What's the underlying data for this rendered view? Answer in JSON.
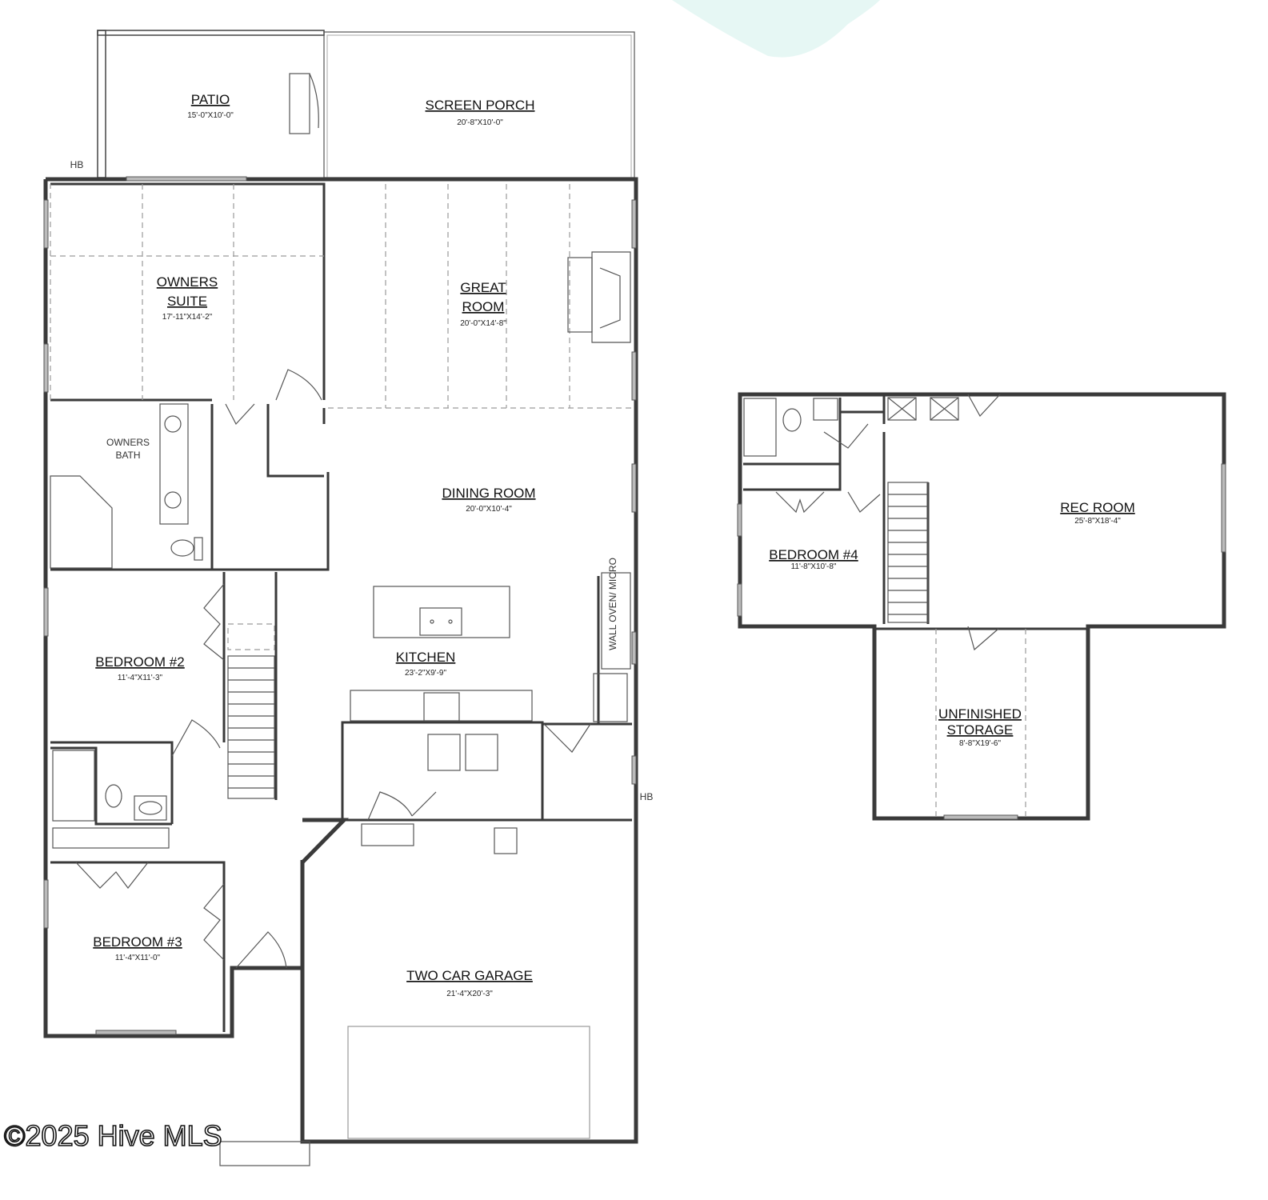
{
  "floor_plan": {
    "main_floor": {
      "rooms": [
        {
          "name": "PATIO",
          "size": "15'-0\"X10'-0\""
        },
        {
          "name": "SCREEN PORCH",
          "size": "20'-8\"X10'-0\""
        },
        {
          "name": "OWNERS SUITE",
          "size": "17'-11\"X14'-2\""
        },
        {
          "name": "GREAT ROOM",
          "size": "20'-0\"X14'-8\""
        },
        {
          "name": "OWNERS BATH",
          "size": ""
        },
        {
          "name": "DINING ROOM",
          "size": "20'-0\"X10'-4\""
        },
        {
          "name": "KITCHEN",
          "size": "23'-2\"X9'-9\""
        },
        {
          "name": "BEDROOM #2",
          "size": "11'-4\"X11'-3\""
        },
        {
          "name": "BEDROOM #3",
          "size": "11'-4\"X11'-0\""
        },
        {
          "name": "TWO CAR GARAGE",
          "size": "21'-4\"X20'-3\""
        }
      ],
      "annotations": {
        "wall_oven": "WALL OVEN/ MICRO",
        "hose_bib_1": "HB",
        "hose_bib_2": "HB"
      }
    },
    "upper_floor": {
      "rooms": [
        {
          "name": "REC ROOM",
          "size": "25'-8\"X18'-4\""
        },
        {
          "name": "BEDROOM #4",
          "size": "11'-8\"X10'-8\""
        },
        {
          "name": "UNFINISHED STORAGE",
          "size": "8'-8\"X19'-6\""
        }
      ]
    },
    "watermark": "©2025 Hive MLS",
    "colors": {
      "walls": "#3a3a3a",
      "background": "#ffffff",
      "accent_splash": "#cfeee8"
    }
  }
}
